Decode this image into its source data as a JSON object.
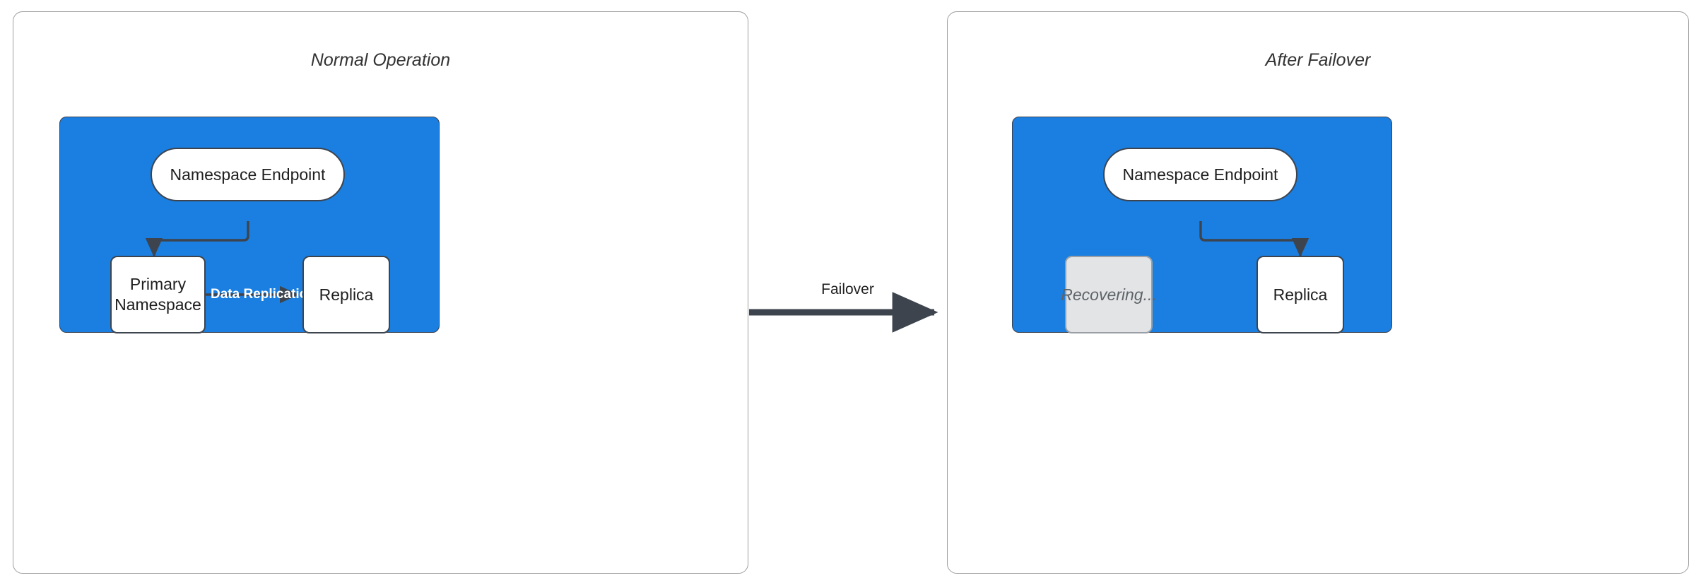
{
  "diagram": {
    "background_color": "#ffffff",
    "cluster_color": "#1a7fe0",
    "node_stroke_color": "#3d444e",
    "edge_color": "#3d444e",
    "ghost_fill_color": "#e2e4e6",
    "ghost_text_color": "#5f6368",
    "replication_label_color": "#ffffff"
  },
  "panels": [
    {
      "id": "normal-operation",
      "title": "Normal Operation",
      "nodes": [
        {
          "id": "endpoint-left",
          "label": "Namespace Endpoint",
          "shape": "pill",
          "state": "active"
        },
        {
          "id": "primary-left",
          "label": "Primary\nNamespace",
          "shape": "rect",
          "state": "active"
        },
        {
          "id": "replica-left",
          "label": "Replica",
          "shape": "rect",
          "state": "active"
        }
      ],
      "edges": [
        {
          "id": "endpoint-to-primary",
          "from": "endpoint-left",
          "to": "primary-left",
          "label": ""
        },
        {
          "id": "primary-to-replica",
          "from": "primary-left",
          "to": "replica-left",
          "label": "Data Replication"
        }
      ]
    },
    {
      "id": "after-failover",
      "title": "After Failover",
      "nodes": [
        {
          "id": "endpoint-right",
          "label": "Namespace Endpoint",
          "shape": "pill",
          "state": "active"
        },
        {
          "id": "recovering-right",
          "label": "Recovering...",
          "shape": "rect",
          "state": "recovering"
        },
        {
          "id": "replica-right",
          "label": "Replica",
          "shape": "rect",
          "state": "active"
        }
      ],
      "edges": [
        {
          "id": "endpoint-to-replica",
          "from": "endpoint-right",
          "to": "replica-right",
          "label": ""
        }
      ]
    }
  ],
  "transition": {
    "id": "failover-transition",
    "label": "Failover",
    "from_panel": "normal-operation",
    "to_panel": "after-failover"
  }
}
